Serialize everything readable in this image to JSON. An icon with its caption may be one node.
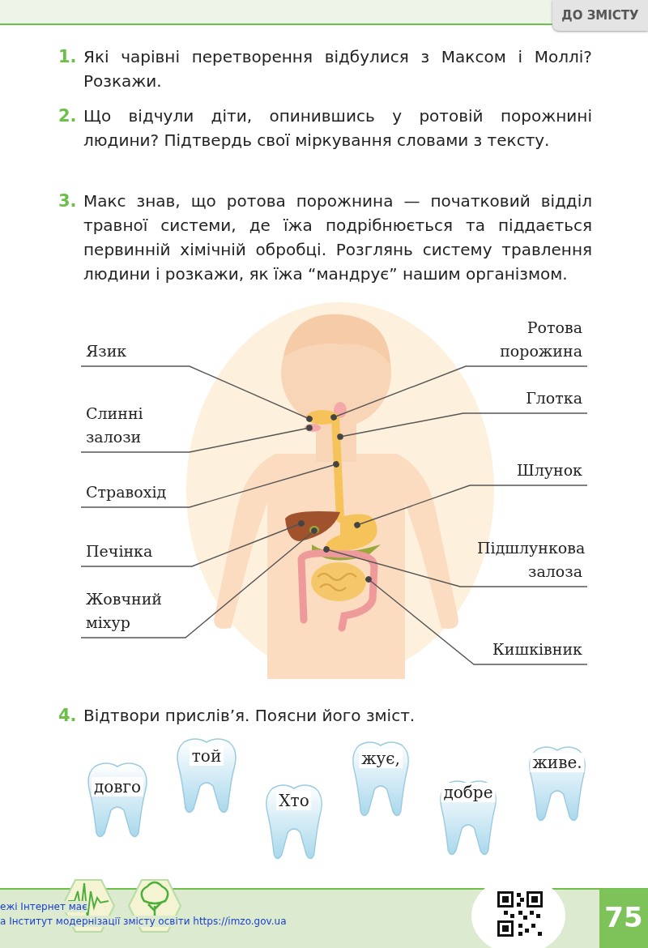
{
  "diagram": {
    "nodes": [
      {
        "text": [
          "Язик"
        ]
      },
      {
        "text": [
          "Ротова порожина"
        ]
      },
      {
        "text": [
          "Слинні залози"
        ]
      },
      {
        "text": [
          "Глотка"
        ]
      },
      {
        "text": [
          "Стравохід"
        ]
      },
      {
        "text": [
          "Шлунок"
        ]
      },
      {
        "text": [
          "Печінка"
        ]
      },
      {
        "text": [
          "Підшлункова залоза"
        ]
      },
      {
        "text": [
          "Жовчний міхур"
        ]
      },
      {
        "text": [
          "Кишківник"
        ]
      },
      {
        "text": [
          "довго"
        ]
      },
      {
        "text": [
          "той"
        ]
      },
      {
        "text": [
          "Хто"
        ]
      },
      {
        "text": [
          "жує,"
        ]
      },
      {
        "text": [
          "добре"
        ]
      },
      {
        "text": [
          "живе."
        ]
      }
    ],
    "edges": [
      {
        "from": 0,
        "to": null,
        "arrow": "other"
      },
      {
        "from": 1,
        "to": null,
        "arrow": "other"
      },
      {
        "from": 2,
        "to": null,
        "arrow": "other"
      },
      {
        "from": 3,
        "to": null,
        "arrow": "other"
      },
      {
        "from": 4,
        "to": null,
        "arrow": "other"
      },
      {
        "from": 5,
        "to": null,
        "arrow": "other"
      },
      {
        "from": 6,
        "to": null,
        "arrow": "other"
      },
      {
        "from": 7,
        "to": null,
        "arrow": "other"
      },
      {
        "from": 8,
        "to": null,
        "arrow": "other"
      },
      {
        "from": 9,
        "to": null,
        "arrow": "other"
      }
    ],
    "labels": [
      "ДО ЗМІСТУ",
      "1.",
      "Які чарівні перетворення відбулися з Максом і Моллі? Розкажи.",
      "2.",
      "Що відчули діти, опинившись у ротовій порожнині людини? Підтвердь свої міркування словами з тексту.",
      "3.",
      "Макс знав, що ротова порожнина — початковий відділ травної системи, де їжа подрібнюється та піддається первинній хімічній обробці. Розглянь систему травлення людини і розкажи, як їжа “мандрує” нашим організмом.",
      "4.",
      "Відтвори прислів’я. Поясни його зміст.",
      "ежі Інтернет має",
      "а Інститут модернізації змісту освіти https://imzo.gov.ua",
      "75"
    ]
  }
}
